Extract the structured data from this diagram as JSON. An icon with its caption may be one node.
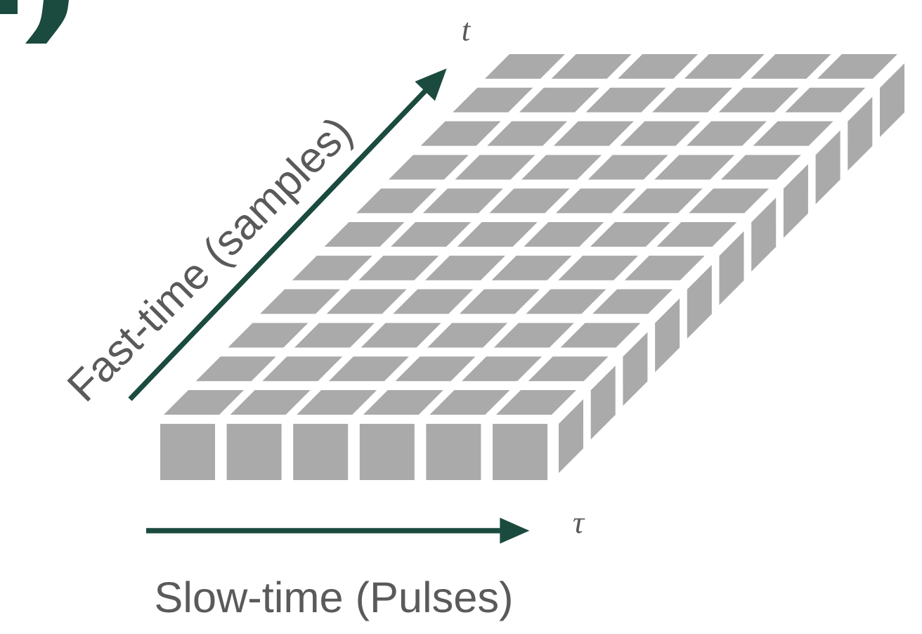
{
  "diagram": {
    "labels": [
      "t",
      "Fast-time (samples)",
      "τ",
      "Slow-time (Pulses)"
    ]
  }
}
